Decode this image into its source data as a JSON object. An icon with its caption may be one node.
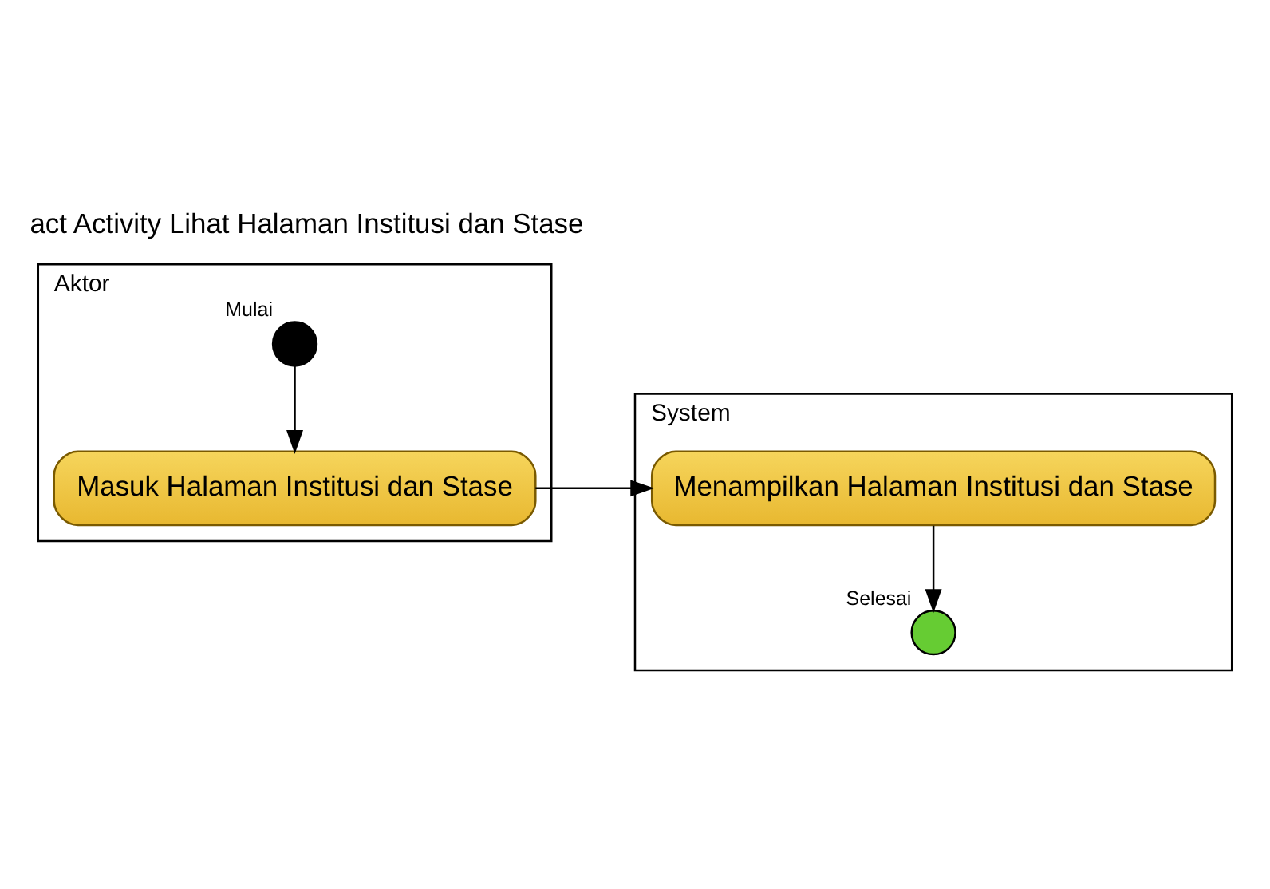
{
  "diagram": {
    "title": "act Activity Lihat Halaman Institusi dan Stase",
    "nodes": [
      {
        "text": [
          "Aktor"
        ]
      },
      {
        "text": [
          "System"
        ]
      },
      {
        "text": [],
        "shape": "circle",
        "in": 0,
        "beside": [
          "Mulai"
        ]
      },
      {
        "text": [
          "Masuk Halaman Institusi dan Stase"
        ],
        "in": 0
      },
      {
        "text": [
          "Menampilkan Halaman Institusi dan Stase"
        ],
        "in": 1
      },
      {
        "text": [],
        "shape": "circle",
        "in": 1,
        "beside": [
          "Selesai"
        ]
      }
    ],
    "edges": [
      {
        "from": 2,
        "to": 3,
        "arrow": "to"
      },
      {
        "from": 3,
        "to": 4,
        "arrow": "to"
      },
      {
        "from": 4,
        "to": 5,
        "arrow": "to"
      }
    ]
  }
}
